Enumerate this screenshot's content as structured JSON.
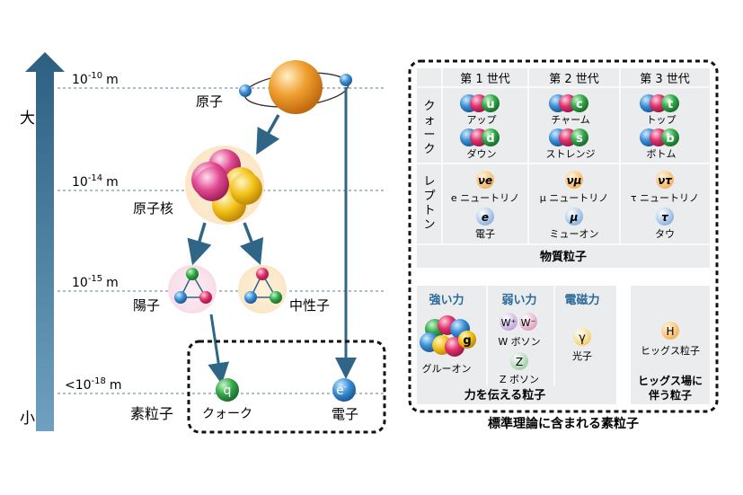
{
  "scale": {
    "big_label": "大",
    "small_label": "小",
    "levels": [
      {
        "base": "10",
        "exp": "-10",
        "unit": "m"
      },
      {
        "base": "10",
        "exp": "-14",
        "unit": "m"
      },
      {
        "base": "10",
        "exp": "-15",
        "unit": "m"
      },
      {
        "base": "<10",
        "exp": "-18",
        "unit": "m"
      }
    ]
  },
  "structure": {
    "atom": "原子",
    "nucleus": "原子核",
    "proton": "陽子",
    "neutron": "中性子",
    "elementary": "素粒子",
    "quark_symbol": "q",
    "quark_label": "クォーク",
    "electron_symbol": "e",
    "electron_sup": "-",
    "electron_label": "電子"
  },
  "standard_model": {
    "title": "標準理論に含まれる素粒子",
    "generations": [
      "第 1 世代",
      "第 2 世代",
      "第 3 世代"
    ],
    "quark_row_label": "クォーク",
    "lepton_row_label": "レプトン",
    "quarks": [
      {
        "symbol": "u",
        "name": "アップ"
      },
      {
        "symbol": "c",
        "name": "チャーム"
      },
      {
        "symbol": "t",
        "name": "トップ"
      },
      {
        "symbol": "d",
        "name": "ダウン"
      },
      {
        "symbol": "s",
        "name": "ストレンジ"
      },
      {
        "symbol": "b",
        "name": "ボトム"
      }
    ],
    "neutrinos": [
      {
        "symbol": "νe",
        "name": "e ニュートリノ"
      },
      {
        "symbol": "νμ",
        "name": "μ ニュートリノ"
      },
      {
        "symbol": "ντ",
        "name": "τ ニュートリノ"
      }
    ],
    "charged_leptons": [
      {
        "symbol": "e",
        "name": "電子"
      },
      {
        "symbol": "μ",
        "name": "ミューオン"
      },
      {
        "symbol": "τ",
        "name": "タウ"
      }
    ],
    "matter_label": "物質粒子",
    "forces": {
      "strong": "強い力",
      "weak": "弱い力",
      "em": "電磁力",
      "gluon_symbol": "g",
      "gluon_name": "グルーオン",
      "w_plus": "W⁺",
      "w_minus": "W⁻",
      "w_name": "W ボソン",
      "z_symbol": "Z",
      "z_name": "Z ボソン",
      "photon_symbol": "γ",
      "photon_name": "光子",
      "force_label": "力を伝える粒子"
    },
    "higgs": {
      "symbol": "H",
      "name": "ヒッグス粒子",
      "label_line1": "ヒッグス場に",
      "label_line2": "伴う粒子"
    }
  },
  "colors": {
    "arrow_blue": "#2f6688",
    "red": "#e0306a",
    "green": "#32a84a",
    "blue": "#3a8ed6",
    "yellow": "#f2c218",
    "orange": "#f0a030",
    "panel_gray": "#ebecee"
  }
}
